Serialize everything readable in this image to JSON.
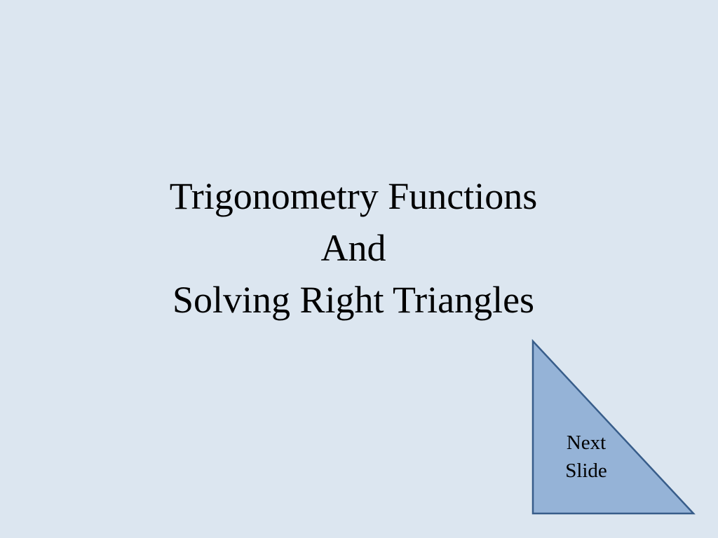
{
  "slide": {
    "title_lines": [
      "Trigonometry Functions",
      "And",
      "Solving Right Triangles"
    ],
    "background_color": "#dce6f0"
  },
  "next_button": {
    "line1": "Next",
    "line2": "Slide",
    "shape": "right-triangle",
    "fill_color": "#95b3d7",
    "stroke_color": "#385d8a"
  }
}
